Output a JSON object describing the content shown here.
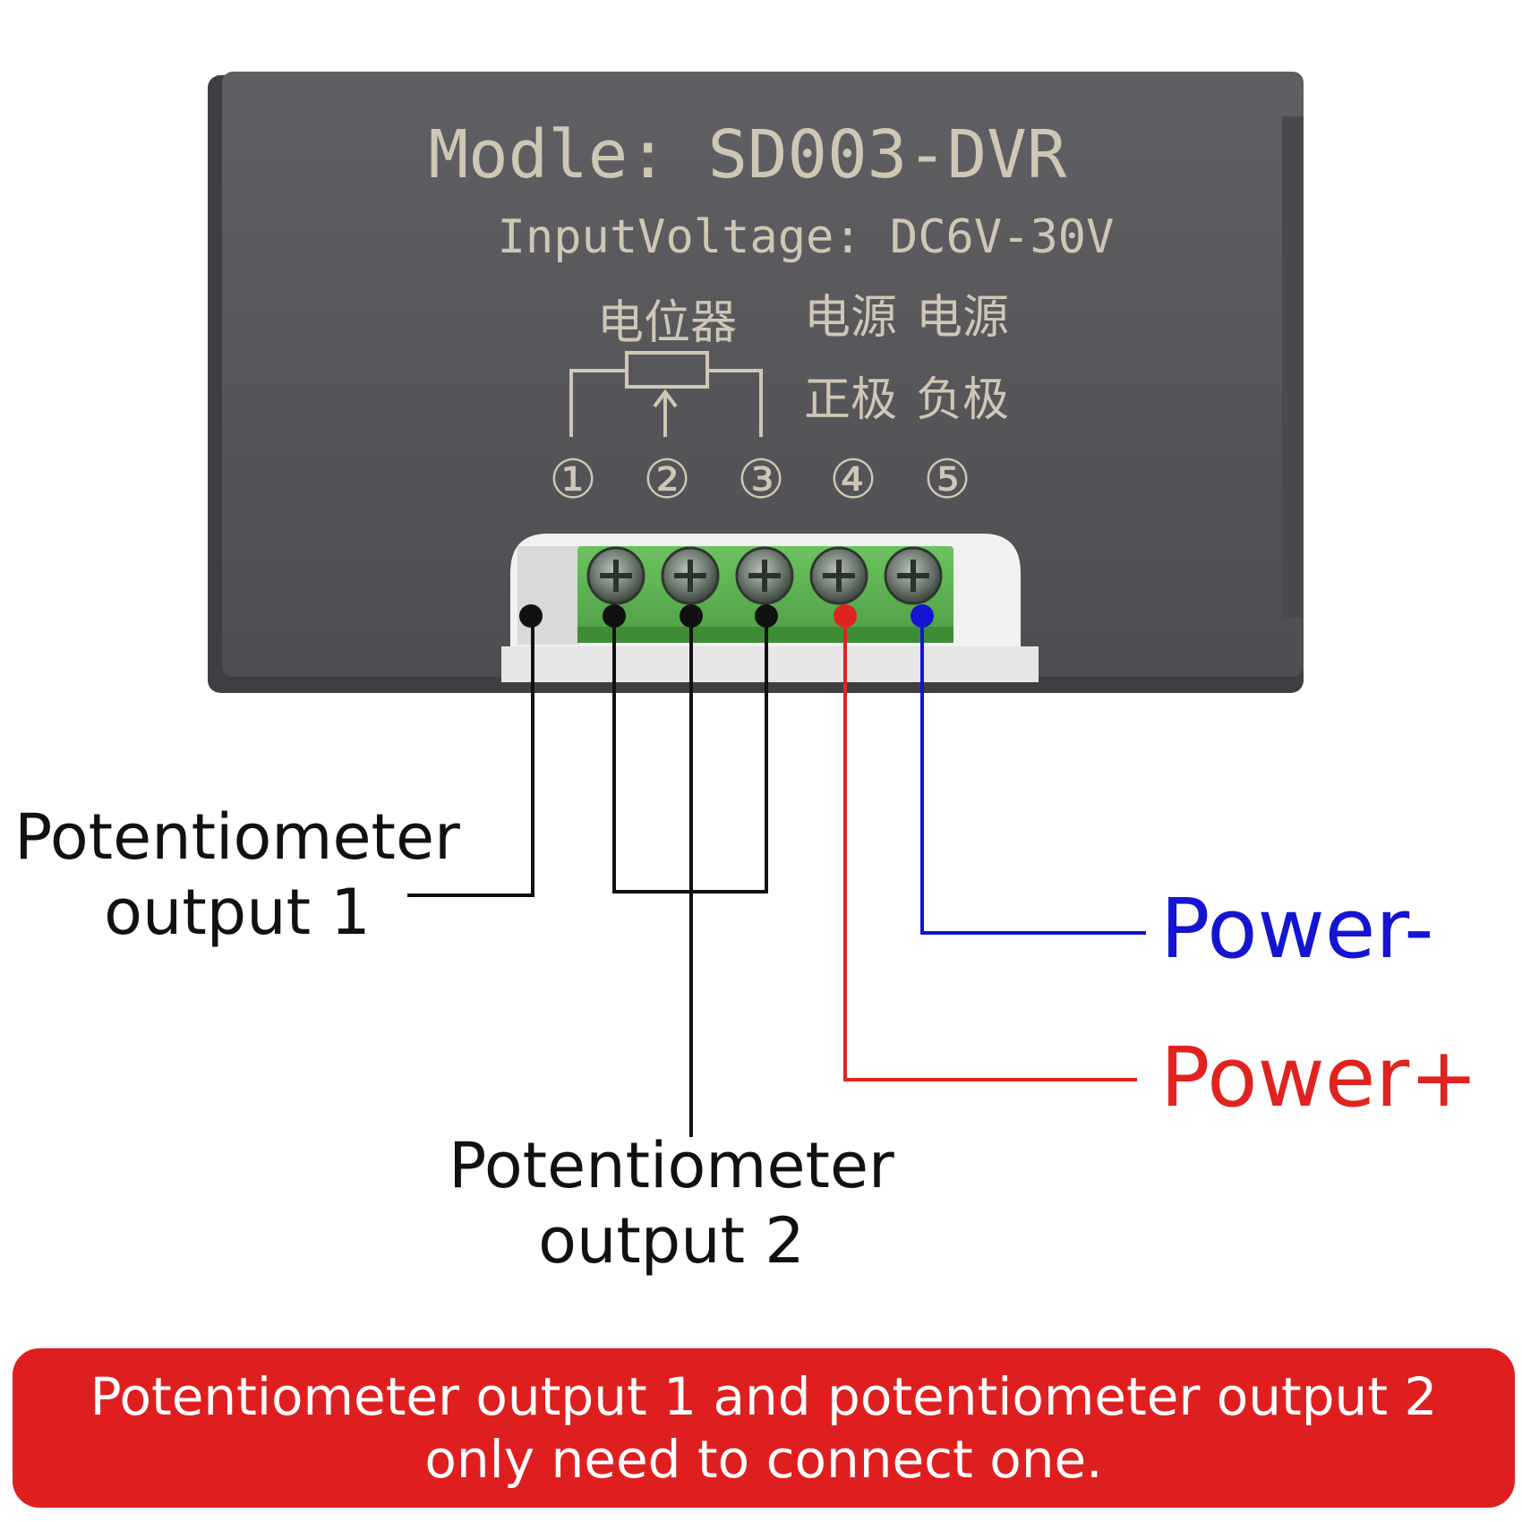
{
  "device": {
    "model_line": "Modle: SD003-DVR",
    "voltage_line": "InputVoltage: DC6V-30V",
    "potentiometer_cn": "电位器",
    "power_cn_left_top": "电源",
    "power_cn_left_bottom": "正极",
    "power_cn_right_top": "电源",
    "power_cn_right_bottom": "负极",
    "terminal_numbers": [
      "①",
      "②",
      "③",
      "④",
      "⑤"
    ]
  },
  "labels": {
    "pot_output_1_line1": "Potentiometer",
    "pot_output_1_line2": "output 1",
    "pot_output_2_line1": "Potentiometer",
    "pot_output_2_line2": "output 2",
    "power_minus": "Power-",
    "power_plus": "Power+"
  },
  "note": {
    "line1": "Potentiometer output 1 and potentiometer output 2",
    "line2": "only need to connect one."
  },
  "colors": {
    "case": "#5b5b5f",
    "engraving": "#cfc7b4",
    "terminal_block": "#5fb552",
    "power_plus": "#e0231f",
    "power_minus": "#1414d2",
    "banner": "#df1f1f"
  }
}
